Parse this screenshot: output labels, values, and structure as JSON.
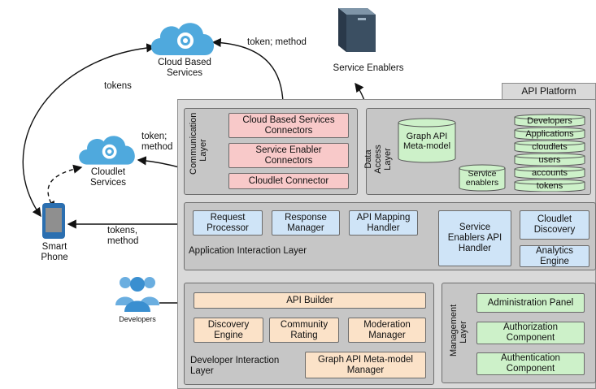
{
  "external": {
    "cloud_services": "Cloud Based Services",
    "service_enablers": "Service Enablers",
    "cloudlet_services": "Cloudlet Services",
    "smart_phone": "Smart Phone",
    "developers": "Developers"
  },
  "edges": {
    "tokens_left": "tokens",
    "token_method_top": "token; method",
    "token_method_mid": "token; method",
    "tokens_method_phone": "tokens, method"
  },
  "platform_tab": "API Platform",
  "communication_layer": {
    "label": "Communication Layer",
    "components": [
      "Cloud Based Services Connectors",
      "Service Enabler Connectors",
      "Cloudlet Connector"
    ]
  },
  "data_access_layer": {
    "label": "Data Access Layer",
    "graph_meta": "Graph API Meta-model",
    "service_enablers": "Service enablers",
    "stores": [
      "Developers",
      "Applications",
      "cloudlets",
      "users",
      "accounts",
      "tokens"
    ]
  },
  "application_interaction_layer": {
    "label": "Application Interaction Layer",
    "components": [
      "Request Processor",
      "Response Manager",
      "API Mapping Handler",
      "Service Enablers API Handler",
      "Cloudlet Discovery",
      "Analytics Engine"
    ]
  },
  "developer_interaction_layer": {
    "label": "Developer Interaction Layer",
    "api_builder": "API Builder",
    "components": [
      "Discovery Engine",
      "Community Rating",
      "Moderation Manager",
      "Graph API Meta-model Manager"
    ]
  },
  "management_layer": {
    "label": "Management Layer",
    "components": [
      "Administration Panel",
      "Authorization Component",
      "Authentication Component"
    ]
  },
  "colors": {
    "pink": "#f8c9c9",
    "blue": "#cfe4f7",
    "peach": "#fbe2c8",
    "green": "#cdf1c9",
    "cloud": "#4fa9dd"
  }
}
